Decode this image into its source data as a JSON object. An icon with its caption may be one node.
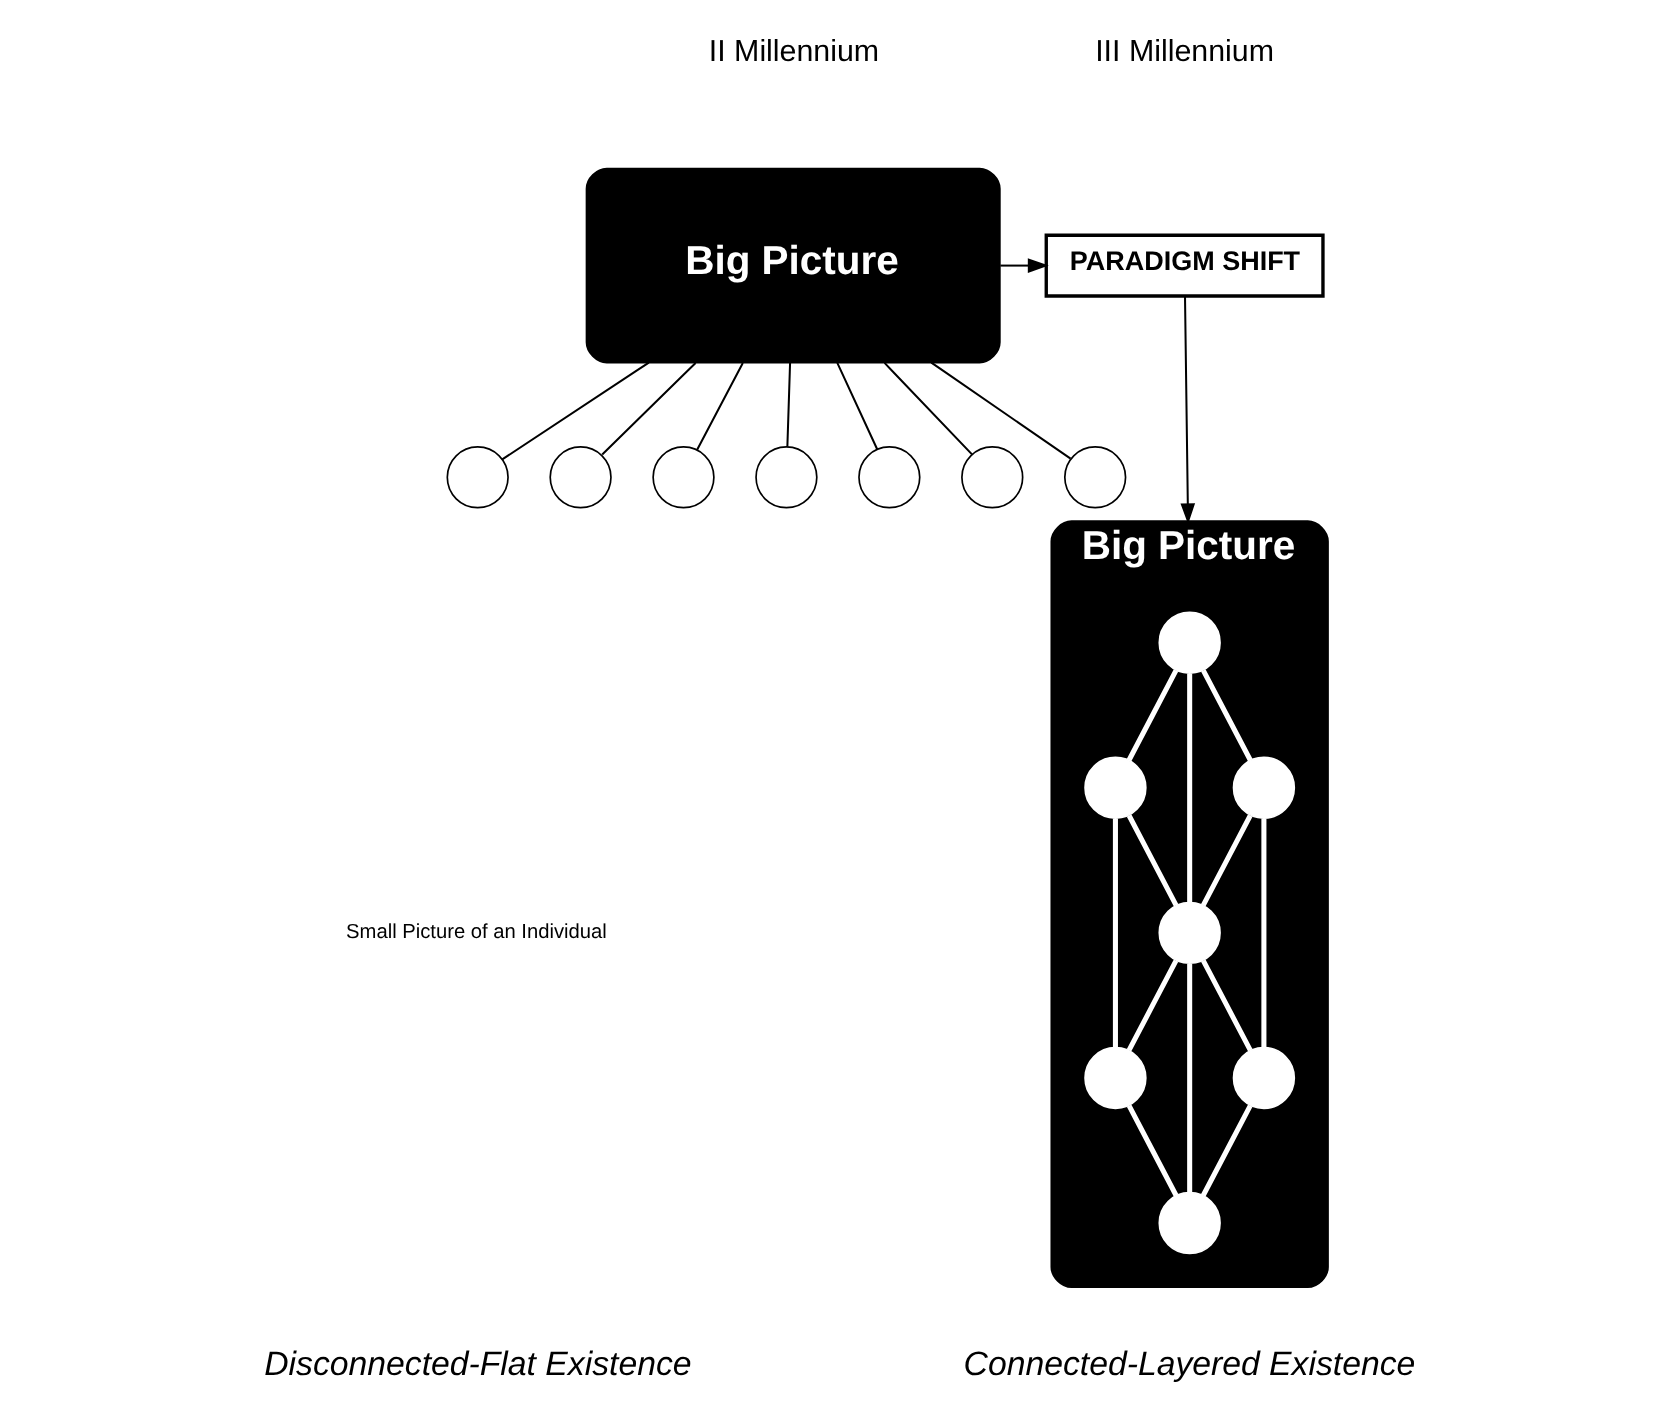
{
  "diagram": {
    "nodes": [
      {
        "text": [
          "Big Picture"
        ]
      },
      {
        "text": [],
        "shape": "circle"
      },
      {
        "text": [],
        "shape": "circle"
      },
      {
        "text": [],
        "shape": "circle"
      },
      {
        "text": [],
        "shape": "circle"
      },
      {
        "text": [],
        "shape": "circle"
      },
      {
        "text": [],
        "shape": "circle"
      },
      {
        "text": [],
        "shape": "circle"
      },
      {
        "text": [
          "PARADIGM SHIFT"
        ]
      },
      {
        "text": [
          "Big Picture"
        ]
      },
      {
        "text": [],
        "shape": "circle",
        "in": 9
      },
      {
        "text": [],
        "shape": "circle",
        "in": 9
      },
      {
        "text": [],
        "shape": "circle",
        "in": 9
      },
      {
        "text": [],
        "shape": "circle",
        "in": 9
      },
      {
        "text": [],
        "shape": "circle",
        "in": 9
      },
      {
        "text": [],
        "shape": "circle",
        "in": 9
      },
      {
        "text": [],
        "shape": "circle",
        "in": 9
      }
    ],
    "edges": [
      {
        "from": 0,
        "to": 8,
        "arrow": "to",
        "color": "#000000"
      },
      {
        "from": 8,
        "to": 9,
        "arrow": "to",
        "color": "#000000"
      },
      {
        "from": 0,
        "to": 1,
        "arrow": "none",
        "color": "#000000"
      },
      {
        "from": 0,
        "to": 2,
        "arrow": "none",
        "color": "#000000"
      },
      {
        "from": 0,
        "to": 3,
        "arrow": "none",
        "color": "#000000"
      },
      {
        "from": 0,
        "to": 4,
        "arrow": "none",
        "color": "#000000"
      },
      {
        "from": 0,
        "to": 5,
        "arrow": "none",
        "color": "#000000"
      },
      {
        "from": 0,
        "to": 6,
        "arrow": "none",
        "color": "#000000"
      },
      {
        "from": 0,
        "to": 7,
        "arrow": "none",
        "color": "#000000"
      },
      {
        "from": 10,
        "to": 11,
        "arrow": "none"
      },
      {
        "from": 10,
        "to": 12,
        "arrow": "none"
      },
      {
        "from": 10,
        "to": 13,
        "arrow": "none"
      },
      {
        "from": 11,
        "to": 13,
        "arrow": "none"
      },
      {
        "from": 11,
        "to": 14,
        "arrow": "none"
      },
      {
        "from": 12,
        "to": 13,
        "arrow": "none"
      },
      {
        "from": 13,
        "to": 14,
        "arrow": "none"
      },
      {
        "from": 12,
        "to": 15,
        "arrow": "none"
      },
      {
        "from": 13,
        "to": 15,
        "arrow": "none"
      },
      {
        "from": 13,
        "to": 16,
        "arrow": "none"
      },
      {
        "from": 14,
        "to": 16,
        "arrow": "none"
      },
      {
        "from": 15,
        "to": 16,
        "arrow": "none"
      }
    ],
    "labels": [
      "II Millennium",
      "III Millennium",
      "Small Picture of an Individual",
      "Disconnected-Flat Existence",
      "Connected-Layered Existence"
    ]
  }
}
